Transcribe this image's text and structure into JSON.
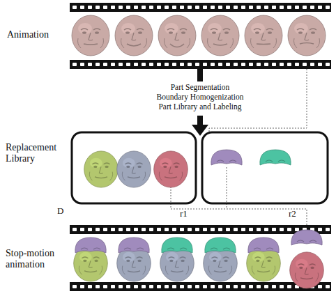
{
  "diagram": {
    "labels": [
      "Animation",
      "Part Segmentation",
      "Boundary Homogenization",
      "Part Library and Labeling",
      "Replacement Library",
      "D",
      "r1",
      "r2",
      "Stop-motion animation"
    ]
  }
}
